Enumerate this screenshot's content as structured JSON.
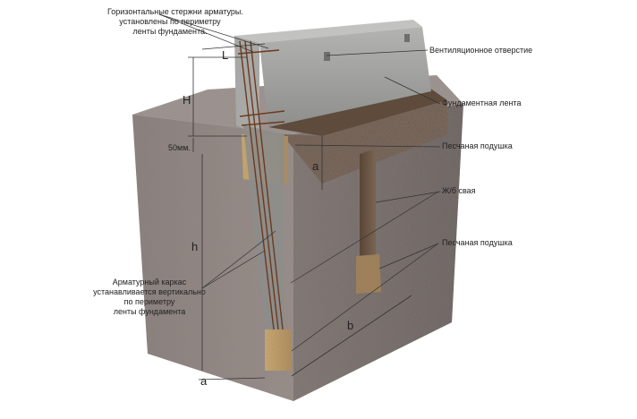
{
  "labels": {
    "horizontal_rebar": [
      "Горизонтальные стержни арматуры.",
      "установлены по периметру",
      "ленты фундамента."
    ],
    "vent_hole": "Вентиляционное отверстие",
    "foundation_strip": "Фундаментная лента",
    "sand_cushion_top": "Песчаная подушка",
    "rc_pile": "Ж/б свая",
    "sand_cushion_bottom": "Песчаная подушка",
    "vertical_cage": [
      "Арматурный каркас",
      "устанавливается вертикально",
      "по периметру",
      "ленты фундамента"
    ],
    "offset_50mm": "50мм."
  },
  "dimensions": {
    "L": "L",
    "H": "H",
    "h": "h",
    "a_top": "a",
    "a_bottom": "a",
    "b": "b"
  },
  "colors": {
    "soil": "#8f8582",
    "soil_dark": "#6f6663",
    "concrete": "#9a9a9a",
    "sand": "#c9a25f",
    "rebar": "#6b3a1e"
  }
}
